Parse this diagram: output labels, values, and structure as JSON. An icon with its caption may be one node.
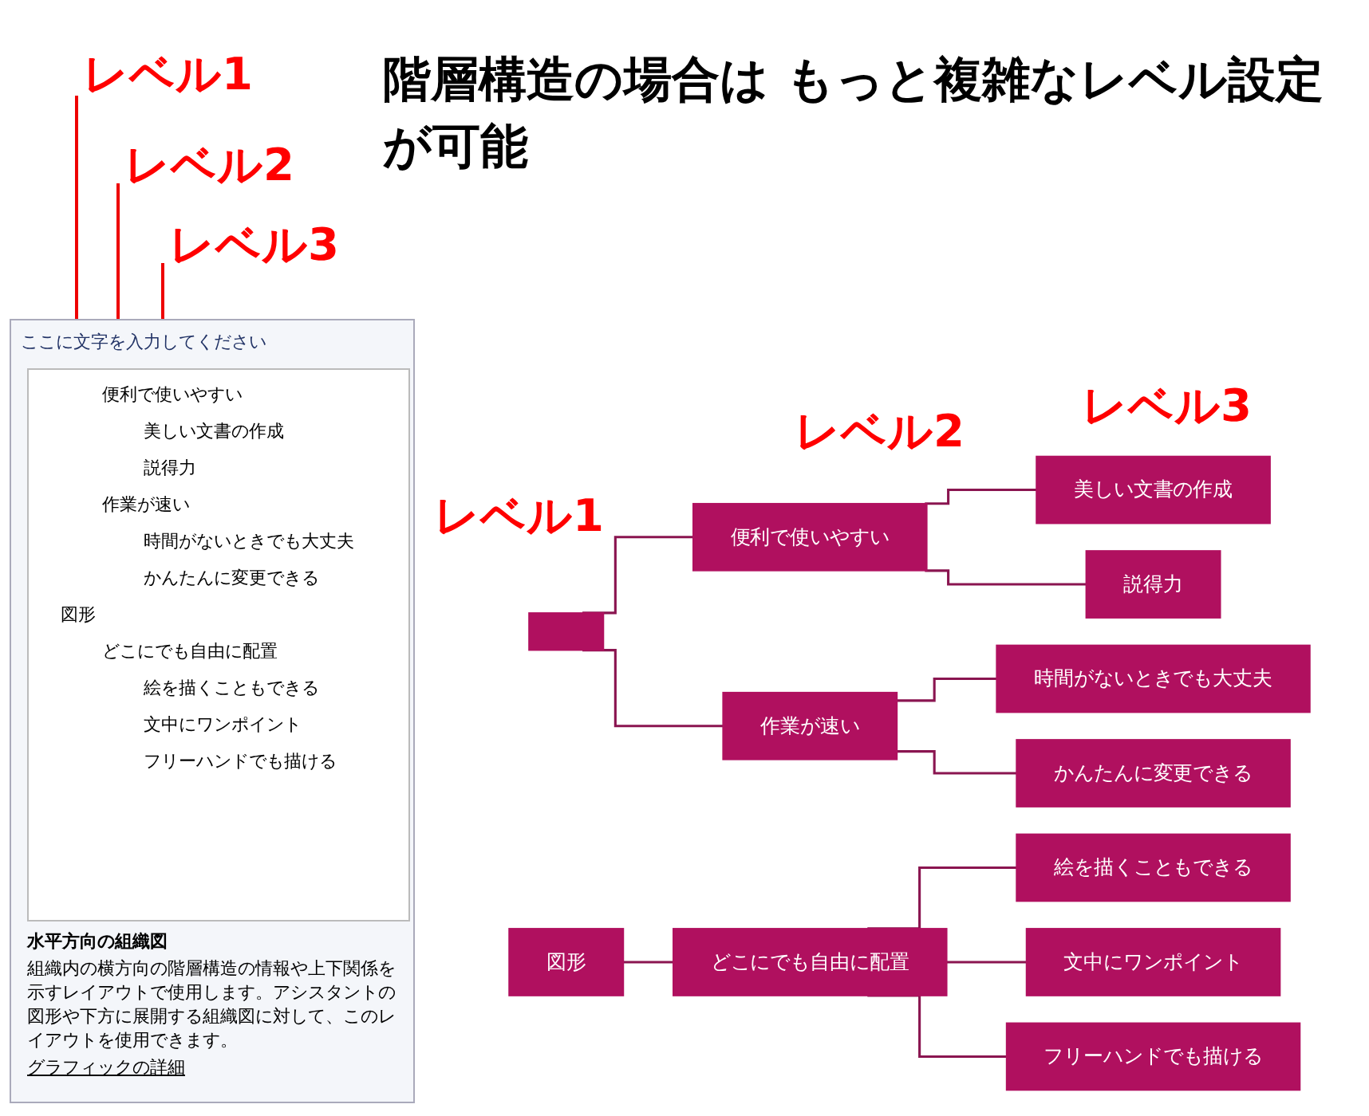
{
  "diagram": {
    "title": "階層構造の場合は もっと複雑なレベル設定が可能",
    "nodes": [
      {
        "text": [],
        "shape": "box"
      },
      {
        "text": [
          "便利で使いやすい"
        ]
      },
      {
        "text": [
          "美しい文書の作成"
        ]
      },
      {
        "text": [
          "説得力"
        ]
      },
      {
        "text": [
          "作業が速い"
        ]
      },
      {
        "text": [
          "時間がないときでも大丈夫"
        ]
      },
      {
        "text": [
          "かんたんに変更できる"
        ]
      },
      {
        "text": [
          "図形"
        ]
      },
      {
        "text": [
          "どこにでも自由に配置"
        ]
      },
      {
        "text": [
          "絵を描くこともできる"
        ]
      },
      {
        "text": [
          "文中にワンポイント"
        ]
      },
      {
        "text": [
          "フリーハンドでも描ける"
        ]
      }
    ],
    "edges": [
      {
        "from": 0,
        "to": 1,
        "arrow": "none"
      },
      {
        "from": 0,
        "to": 4,
        "arrow": "none"
      },
      {
        "from": 1,
        "to": 2,
        "arrow": "none"
      },
      {
        "from": 1,
        "to": 3,
        "arrow": "none"
      },
      {
        "from": 4,
        "to": 5,
        "arrow": "none"
      },
      {
        "from": 4,
        "to": 6,
        "arrow": "none"
      },
      {
        "from": 7,
        "to": 8,
        "arrow": "none"
      },
      {
        "from": 8,
        "to": 9,
        "arrow": "none"
      },
      {
        "from": 8,
        "to": 10,
        "arrow": "none"
      },
      {
        "from": 8,
        "to": 11,
        "arrow": "none"
      }
    ],
    "labels": [
      "レベル1",
      "レベル2",
      "レベル3",
      "ここに文字を入力してください",
      "便利で使いやすい",
      "美しい文書の作成",
      "説得力",
      "作業が速い",
      "時間がないときでも大丈夫",
      "かんたんに変更できる",
      "図形",
      "どこにでも自由に配置",
      "絵を描くこともできる",
      "文中にワンポイント",
      "フリーハンドでも描ける",
      "水平方向の組織図",
      "組織内の横方向の階層構造の情報や上下関係を示すレイアウトで使用します。アシスタントの図形や下方に展開する組織図に対して、このレイアウトを使用できます。",
      "グラフィックの詳細",
      "レベル2",
      "レベル3",
      "レベル1"
    ]
  }
}
